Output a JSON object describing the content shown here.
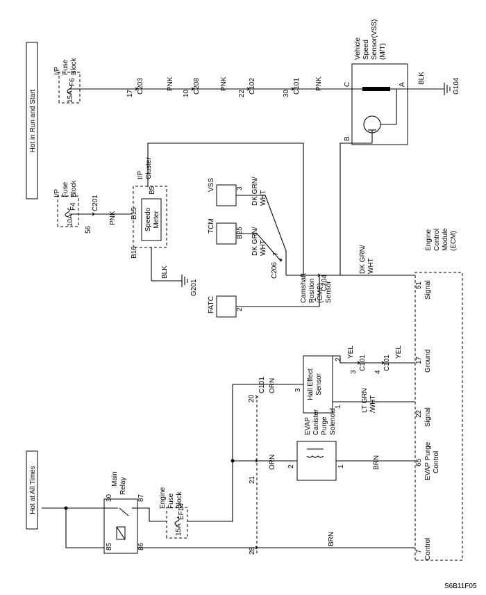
{
  "hot_run_start": "Hot in Run and Start",
  "hot_all_times": "Hot at All Times",
  "figure_id": "S6B11F05",
  "fuse_f6": {
    "line1": "I/P",
    "line2": "Fuse",
    "line3": "Block",
    "name": "F6",
    "rating": "15A"
  },
  "fuse_f4": {
    "line1": "I/P",
    "line2": "Fuse",
    "line3": "Block",
    "name": "F4",
    "rating": "10A"
  },
  "fuse_ef14": {
    "line1": "Engine",
    "line2": "Fuse",
    "line3": "Block",
    "name": "EF14",
    "rating": "15A"
  },
  "vss": {
    "line1": "Vehicle",
    "line2": "Speed",
    "line3": "Sensor(VSS)",
    "line4": "(M/T)",
    "pin_c": "C",
    "pin_a": "A",
    "pin_b": "B"
  },
  "ground_g104": "G104",
  "ground_g201": "G201",
  "wire_blk": "BLK",
  "wire_pnk": "PNK",
  "wire_dkgrnwht_1": "DK GRN/",
  "wire_dkgrnwht_2": "WHT",
  "wire_orn": "ORN",
  "wire_brn": "BRN",
  "wire_yel": "YEL",
  "wire_ltgrnwht_1": "LT GRN",
  "wire_ltgrnwht_2": "/WHT",
  "conn_c203": {
    "pin": "17",
    "name": "C203"
  },
  "conn_c208": {
    "pin": "10",
    "name": "C208"
  },
  "conn_c102": {
    "pin": "22",
    "name": "C102"
  },
  "conn_c101_top": {
    "pin": "30",
    "name": "C101"
  },
  "conn_c201": {
    "pin": "56",
    "name": "C201"
  },
  "conn_c206": {
    "pin": "7",
    "name": "C206"
  },
  "conn_c204": {
    "pin": "1",
    "name": "C204"
  },
  "conn_c101_mid": {
    "pin": "20",
    "name": "C101"
  },
  "conn_c101_cmp2": {
    "pin": "3",
    "name": "C101"
  },
  "conn_c101_cmp3": {
    "pin": "4",
    "name": "C101"
  },
  "conn_21": "21",
  "conn_28": "28",
  "cluster": {
    "line1": "I/P",
    "line2": "Cluster",
    "meter1": "Speedo",
    "meter2": "Meter",
    "pin_b5": "B5",
    "pin_b15": "B15",
    "pin_b16": "B16"
  },
  "module_vss": {
    "name": "VSS",
    "pin": "3"
  },
  "module_tcm": {
    "name": "TCM",
    "pin": "B25"
  },
  "module_fatc": {
    "name": "FATC",
    "pin": "2"
  },
  "cmp": {
    "line1": "Camshaft",
    "line2": "Position",
    "line3": "(CMP)",
    "line4": "Sensor",
    "inner1": "Hall Effect",
    "inner2": "Sensor",
    "pin1": "1",
    "pin2": "2",
    "pin3": "3"
  },
  "evap": {
    "line1": "EVAP",
    "line2": "Canister",
    "line3": "Purge",
    "line4": "Solenoid",
    "pin1": "1",
    "pin2": "2"
  },
  "relay": {
    "line1": "Main",
    "line2": "Relay",
    "p30": "30",
    "p87": "87",
    "p85": "85",
    "p86": "86"
  },
  "ecm": {
    "line1": "Engine",
    "line2": "Control",
    "line3": "Module",
    "line4": "(ECM)",
    "pin51": "51",
    "label51": "Signal",
    "pin17": "17",
    "label17": "Ground",
    "pin22": "22",
    "label22": "Signal",
    "pin65": "65",
    "label65a": "EVAP Purge",
    "label65b": "Control",
    "pin7": "7",
    "label7": "Control"
  }
}
